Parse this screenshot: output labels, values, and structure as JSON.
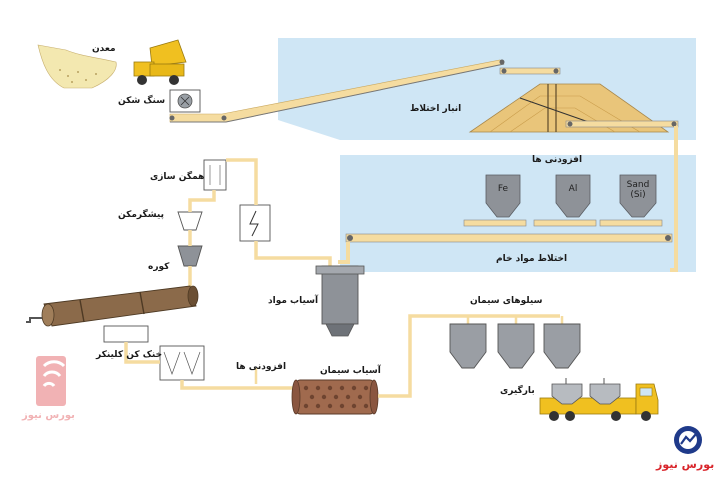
{
  "labels": {
    "mine": "معدن",
    "crusher": "سنگ شکن",
    "blending_store": "انبار اختلاط",
    "additives_top": "افزودنی ها",
    "homogenization": "همگن سازی",
    "preheater": "پیشگرمکن",
    "kiln": "کوره",
    "raw_mill": "آسیاب مواد",
    "raw_mix": "اختلاط مواد خام",
    "clinker_cooler": "خنک کن کلینکر",
    "additives_bottom": "افزودنی ها",
    "cement_mill": "آسیاب سیمان",
    "cement_silos": "سیلوهای سیمان",
    "loading": "بارگیری"
  },
  "hoppers": {
    "fe": "Fe",
    "al": "Al",
    "sand_line1": "Sand",
    "sand_line2": "(Si)"
  },
  "brand": {
    "name": "بورس نیوز",
    "watermark": "بورس نیوز"
  },
  "colors": {
    "blue_zone": "#cfe6f5",
    "conveyor": "#f5dca0",
    "hopper_gray": "#8e9298",
    "kiln_brown": "#8b6a4a",
    "truck_yellow": "#f0c020",
    "brand_red": "#d9252b",
    "brand_navy": "#1f3a8a"
  }
}
